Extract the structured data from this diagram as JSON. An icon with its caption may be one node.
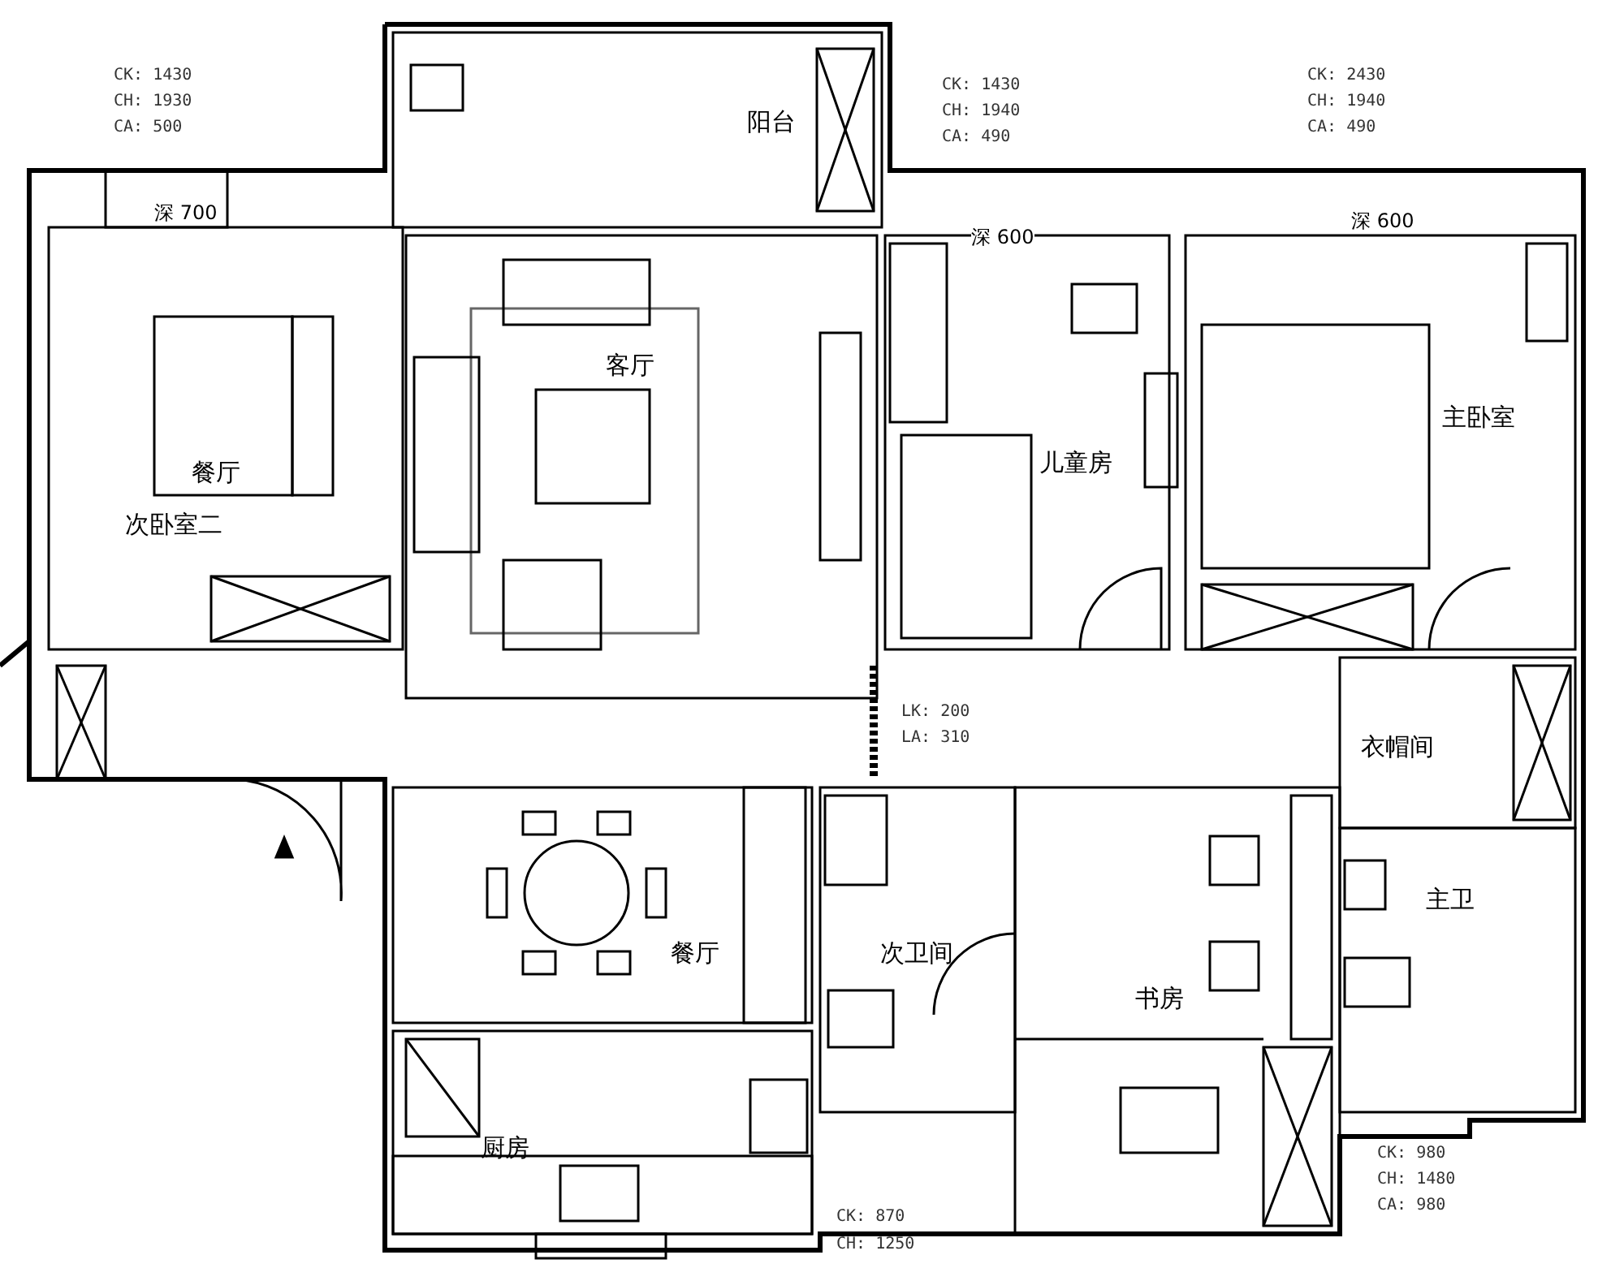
{
  "diagram": {
    "labels": [
      "CK: 1430",
      "CH: 1930",
      "CA: 500",
      "CK: 1430",
      "CH: 1940",
      "CA: 490",
      "CK: 2430",
      "CH: 1940",
      "CA: 490",
      "阳台",
      "深 700",
      "深 600",
      "深 600",
      "客厅",
      "餐厅",
      "儿童房",
      "主卧室",
      "次卧室二",
      "LK: 200",
      "LA: 310",
      "衣帽间",
      "次卫间",
      "主卫",
      "餐厅",
      "书房",
      "厨房",
      "CK: 980",
      "CH: 1480",
      "CA: 980",
      "CK: 870",
      "CH: 1250"
    ]
  }
}
